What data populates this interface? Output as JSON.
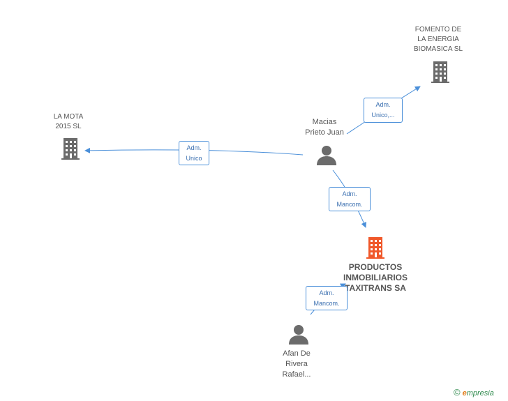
{
  "nodes": {
    "fomento": {
      "lines": [
        "FOMENTO DE",
        "LA ENERGIA",
        "BIOMASICA SL"
      ],
      "type": "company"
    },
    "lamota": {
      "lines": [
        "LA MOTA",
        "2015 SL"
      ],
      "type": "company"
    },
    "macias": {
      "lines": [
        "Macias",
        "Prieto Juan"
      ],
      "type": "person"
    },
    "productos": {
      "lines": [
        "PRODUCTOS",
        "INMOBILIARIOS",
        "TAXITRANS SA"
      ],
      "type": "company-main"
    },
    "afan": {
      "lines": [
        "Afan De",
        "Rivera",
        "Rafael..."
      ],
      "type": "person"
    }
  },
  "edges": {
    "macias_fomento": {
      "lines": [
        "Adm.",
        "Unico,..."
      ]
    },
    "macias_lamota": {
      "lines": [
        "Adm.",
        "Unico"
      ]
    },
    "macias_productos": {
      "lines": [
        "Adm.",
        "Mancom."
      ]
    },
    "afan_productos": {
      "lines": [
        "Adm.",
        "Mancom."
      ]
    }
  },
  "colors": {
    "company": "#6b6b6b",
    "company_main": "#f0582a",
    "person": "#6b6b6b",
    "edge": "#4a8fd9",
    "edge_text": "#3a6fb0"
  },
  "brand": {
    "copyright": "©",
    "e": "e",
    "rest": "mpresia"
  }
}
